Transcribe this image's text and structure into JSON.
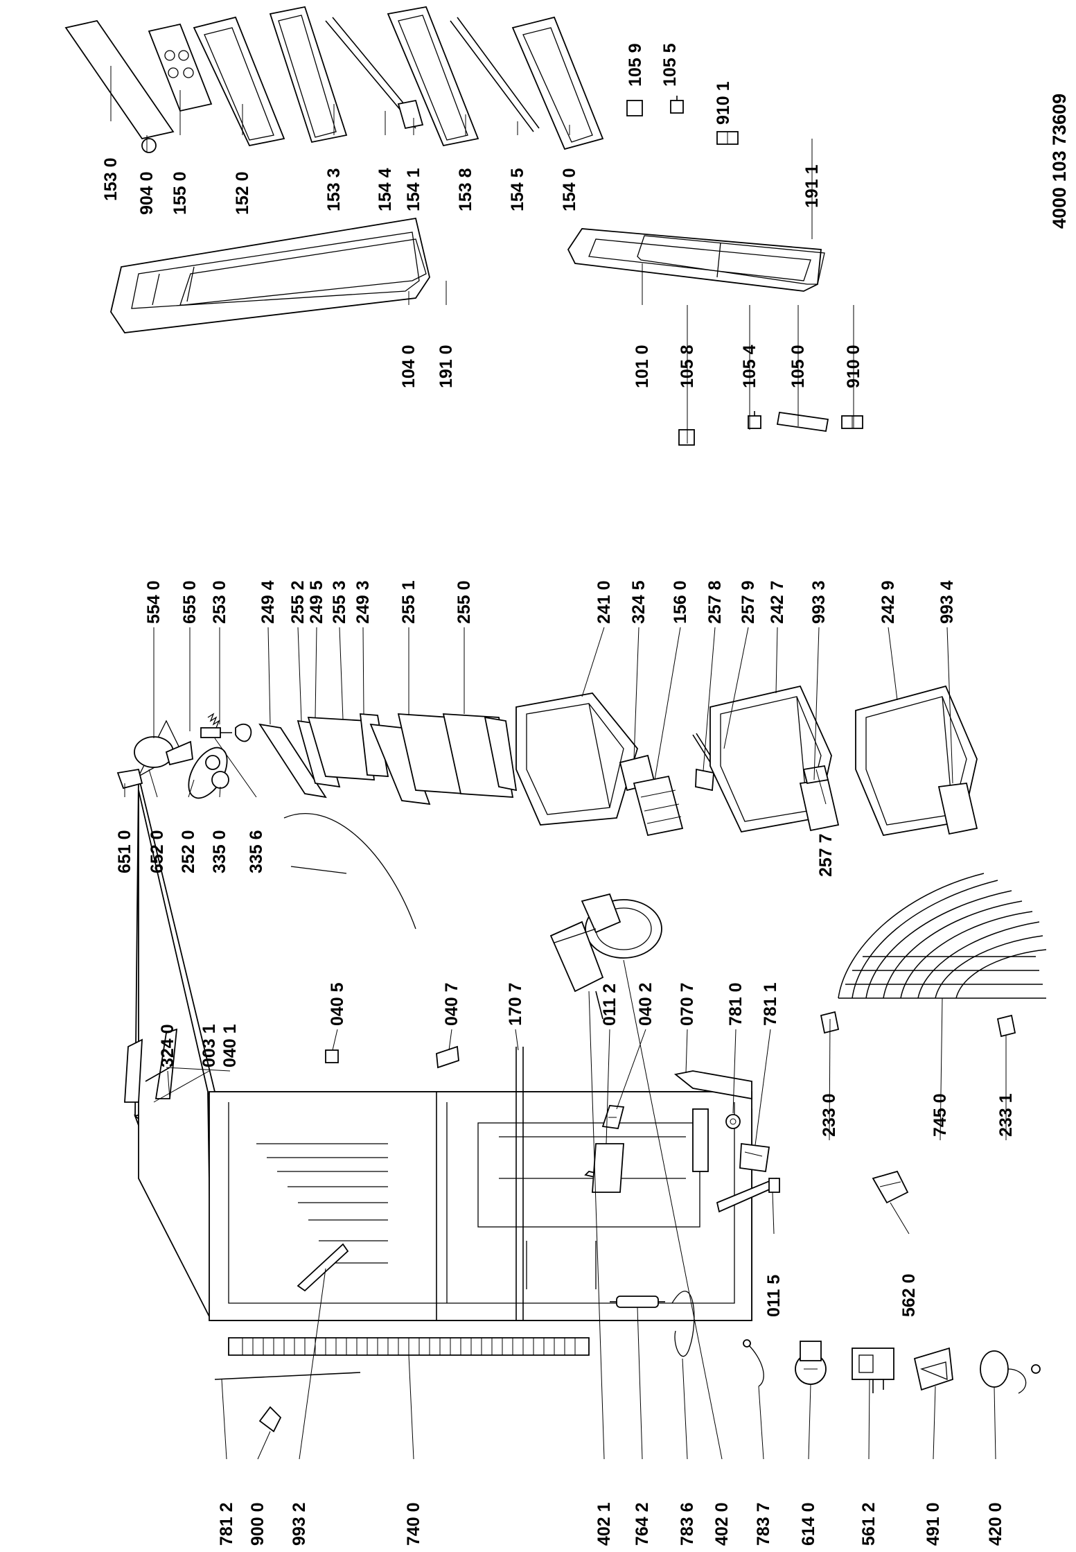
{
  "document_number": "4000 103 73609",
  "labels": [
    {
      "id": "p1530",
      "text": "153 0"
    },
    {
      "id": "p9040",
      "text": "904 0"
    },
    {
      "id": "p1550",
      "text": "155 0"
    },
    {
      "id": "p1520",
      "text": "152 0"
    },
    {
      "id": "p1533",
      "text": "153 3"
    },
    {
      "id": "p1544",
      "text": "154 4"
    },
    {
      "id": "p1541",
      "text": "154 1"
    },
    {
      "id": "p1538",
      "text": "153 8"
    },
    {
      "id": "p1545",
      "text": "154 5"
    },
    {
      "id": "p1540",
      "text": "154 0"
    },
    {
      "id": "p1059",
      "text": "105 9"
    },
    {
      "id": "p1055",
      "text": "105 5"
    },
    {
      "id": "p9101",
      "text": "910 1"
    },
    {
      "id": "p1911",
      "text": "191 1"
    },
    {
      "id": "p1040",
      "text": "104 0"
    },
    {
      "id": "p1910",
      "text": "191 0"
    },
    {
      "id": "p1010",
      "text": "101 0"
    },
    {
      "id": "p1058",
      "text": "105 8"
    },
    {
      "id": "p1054",
      "text": "105 4"
    },
    {
      "id": "p1050",
      "text": "105 0"
    },
    {
      "id": "p9100",
      "text": "910 0"
    },
    {
      "id": "p5540",
      "text": "554 0"
    },
    {
      "id": "p6550",
      "text": "655 0"
    },
    {
      "id": "p2530",
      "text": "253 0"
    },
    {
      "id": "p2494",
      "text": "249 4"
    },
    {
      "id": "p2552",
      "text": "255 2"
    },
    {
      "id": "p2495",
      "text": "249 5"
    },
    {
      "id": "p2553",
      "text": "255 3"
    },
    {
      "id": "p2493",
      "text": "249 3"
    },
    {
      "id": "p2551",
      "text": "255 1"
    },
    {
      "id": "p2550",
      "text": "255 0"
    },
    {
      "id": "p6510",
      "text": "651 0"
    },
    {
      "id": "p6520",
      "text": "652 0"
    },
    {
      "id": "p2520",
      "text": "252 0"
    },
    {
      "id": "p3350",
      "text": "335 0"
    },
    {
      "id": "p3356",
      "text": "335 6"
    },
    {
      "id": "p2410",
      "text": "241 0"
    },
    {
      "id": "p3245",
      "text": "324 5"
    },
    {
      "id": "p1560",
      "text": "156 0"
    },
    {
      "id": "p2578",
      "text": "257 8"
    },
    {
      "id": "p2579",
      "text": "257 9"
    },
    {
      "id": "p2427",
      "text": "242 7"
    },
    {
      "id": "p9933",
      "text": "993 3"
    },
    {
      "id": "p2429",
      "text": "242 9"
    },
    {
      "id": "p9934",
      "text": "993 4"
    },
    {
      "id": "p2577",
      "text": "257 7"
    },
    {
      "id": "p3240",
      "text": "324 0"
    },
    {
      "id": "p0031",
      "text": "003 1"
    },
    {
      "id": "p0401",
      "text": "040 1"
    },
    {
      "id": "p0405",
      "text": "040 5"
    },
    {
      "id": "p0407",
      "text": "040 7"
    },
    {
      "id": "p1707",
      "text": "170 7"
    },
    {
      "id": "p0112",
      "text": "011 2"
    },
    {
      "id": "p0402",
      "text": "040 2"
    },
    {
      "id": "p0707",
      "text": "070 7"
    },
    {
      "id": "p7810",
      "text": "781 0"
    },
    {
      "id": "p7811",
      "text": "781 1"
    },
    {
      "id": "p2330",
      "text": "233 0"
    },
    {
      "id": "p7450",
      "text": "745 0"
    },
    {
      "id": "p2331",
      "text": "233 1"
    },
    {
      "id": "p0115",
      "text": "011 5"
    },
    {
      "id": "p5620",
      "text": "562 0"
    },
    {
      "id": "p7812",
      "text": "781 2"
    },
    {
      "id": "p9000",
      "text": "900 0"
    },
    {
      "id": "p9932",
      "text": "993 2"
    },
    {
      "id": "p7400",
      "text": "740 0"
    },
    {
      "id": "p4021",
      "text": "402 1"
    },
    {
      "id": "p7642",
      "text": "764 2"
    },
    {
      "id": "p7836",
      "text": "783 6"
    },
    {
      "id": "p4020",
      "text": "402 0"
    },
    {
      "id": "p7837",
      "text": "783 7"
    },
    {
      "id": "p6140",
      "text": "614 0"
    },
    {
      "id": "p5612",
      "text": "561 2"
    },
    {
      "id": "p4910",
      "text": "491 0"
    },
    {
      "id": "p4200",
      "text": "420 0"
    }
  ]
}
